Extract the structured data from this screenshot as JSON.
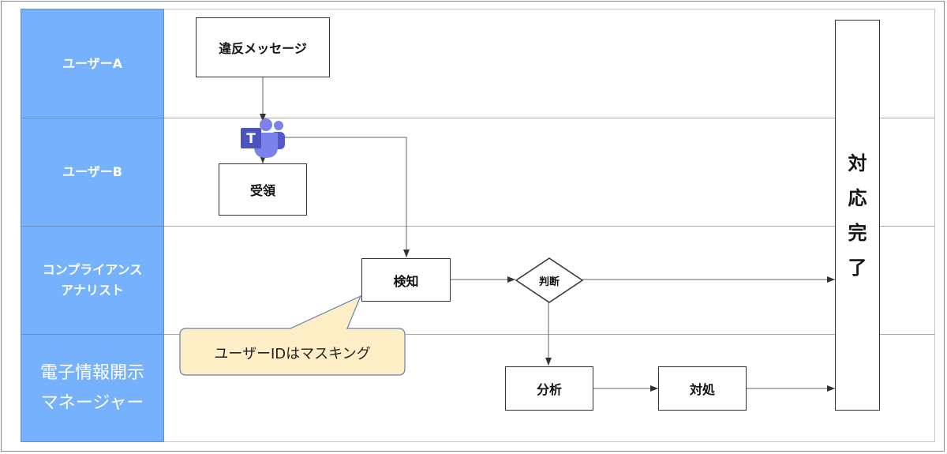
{
  "lanes": [
    {
      "id": "user-a",
      "label_lines": [
        "ユーザーA"
      ],
      "style": "bold"
    },
    {
      "id": "user-b",
      "label_lines": [
        "ユーザーB"
      ],
      "style": "bold"
    },
    {
      "id": "compliance-analyst",
      "label_lines": [
        "コンプライアンス",
        "アナリスト"
      ],
      "style": "bold"
    },
    {
      "id": "ediscovery-manager",
      "label_lines": [
        "電子情報開示",
        "マネージャー"
      ],
      "style": "light"
    }
  ],
  "colors": {
    "lane_header": "#75b1fd",
    "callout_fill": "#fdeec5",
    "callout_stroke": "#6a7fa8",
    "teams_purple": "#5b5fc7"
  },
  "nodes": {
    "violation_message": "違反メッセージ",
    "receive": "受領",
    "detect": "検知",
    "judge": "判断",
    "analyze": "分析",
    "handle": "対処",
    "done_chars": [
      "対",
      "応",
      "完",
      "了"
    ]
  },
  "teams_icon": {
    "name": "microsoft-teams-icon",
    "letter": "T"
  },
  "callout": "ユーザーIDはマスキング"
}
